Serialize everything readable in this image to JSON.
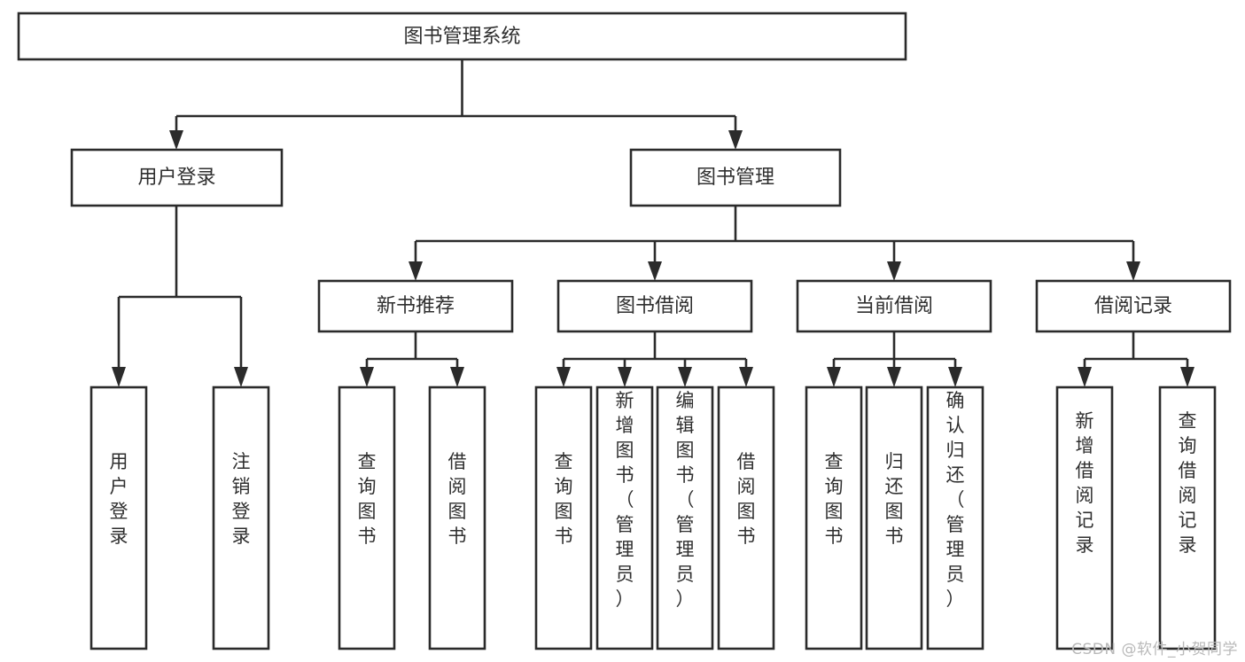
{
  "diagram": {
    "type": "tree",
    "title": "图书管理系统",
    "watermark": "CSDN @软件_小贺同学",
    "colors": {
      "box_stroke": "#2b2b2b",
      "box_fill": "#ffffff",
      "text": "#2f2f2f",
      "background": "#ffffff",
      "watermark": "#b9b9b9"
    },
    "root": {
      "label": "图书管理系统"
    },
    "level1": [
      {
        "label": "用户登录"
      },
      {
        "label": "图书管理"
      }
    ],
    "level2": [
      {
        "label": "新书推荐"
      },
      {
        "label": "图书借阅"
      },
      {
        "label": "当前借阅"
      },
      {
        "label": "借阅记录"
      }
    ],
    "leaves": {
      "user_login": [
        {
          "label": "用户登录"
        },
        {
          "label": "注销登录"
        }
      ],
      "new_book_recommend": [
        {
          "label": "查询图书"
        },
        {
          "label": "借阅图书"
        }
      ],
      "book_borrow": [
        {
          "label": "查询图书"
        },
        {
          "label": "新增图书（管理员）"
        },
        {
          "label": "编辑图书（管理员）"
        },
        {
          "label": "借阅图书"
        }
      ],
      "current_borrow": [
        {
          "label": "查询图书"
        },
        {
          "label": "归还图书"
        },
        {
          "label": "确认归还（管理员）"
        }
      ],
      "borrow_records": [
        {
          "label": "新增借阅记录"
        },
        {
          "label": "查询借阅记录"
        }
      ]
    }
  }
}
